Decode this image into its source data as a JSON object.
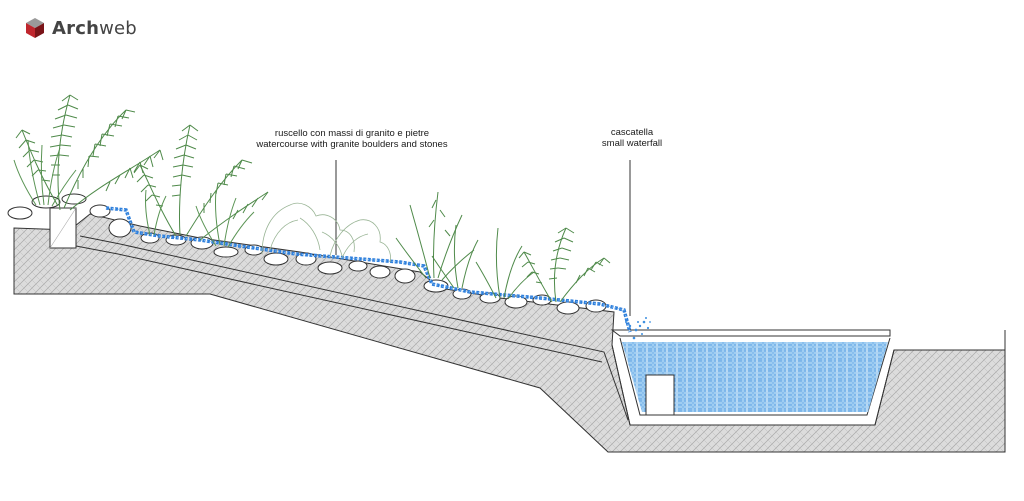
{
  "logo": {
    "brand": "Arch",
    "brand_suffix": "web",
    "colors": {
      "cube_red": "#c0262d",
      "cube_dark": "#7a1418",
      "cube_grey": "#8a8a8a",
      "text": "#444444"
    }
  },
  "labels": {
    "watercourse_it": "ruscello con massi di granito e pietre",
    "watercourse_en": "watercourse with granite boulders and stones",
    "waterfall_it": "cascatella",
    "waterfall_en": "small waterfall"
  },
  "colors": {
    "soil_fill": "#d9d9d9",
    "soil_line": "#9a9a9a",
    "outline": "#333333",
    "water": "#8fc4ee",
    "water_dots": "#3d8fe0",
    "stream": "#2f7fdc",
    "plant": "#4f8a4a",
    "plant_light": "#7fb07a",
    "shrub": "#9ab596"
  }
}
